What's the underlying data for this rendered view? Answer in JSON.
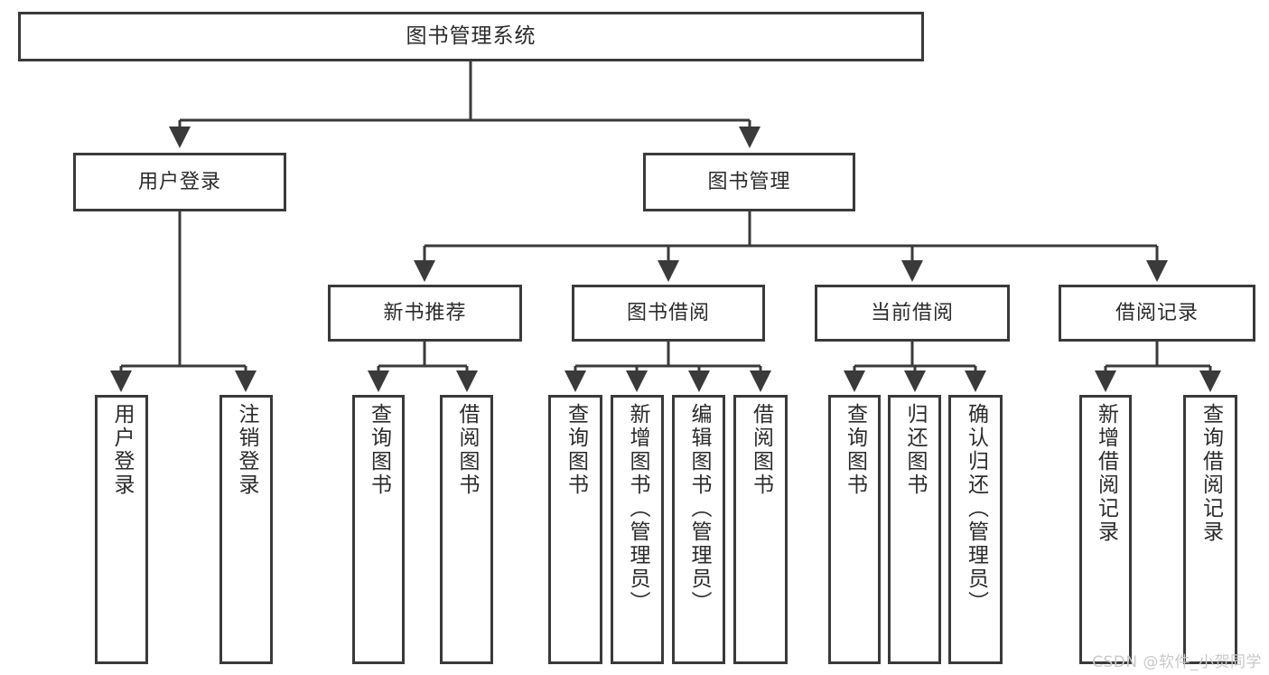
{
  "diagram": {
    "type": "tree",
    "title": "图书管理系统",
    "colors": {
      "box_border": "#3a3a3a",
      "box_fill": "#ffffff",
      "edge": "#3a3a3a",
      "text": "#2b2b2b",
      "watermark": "#c9c9c9",
      "background": "#ffffff"
    },
    "root": {
      "label": "图书管理系统"
    },
    "level2": [
      {
        "label": "用户登录"
      },
      {
        "label": "图书管理"
      }
    ],
    "level3": [
      {
        "label": "新书推荐"
      },
      {
        "label": "图书借阅"
      },
      {
        "label": "当前借阅"
      },
      {
        "label": "借阅记录"
      }
    ],
    "leaves": {
      "user_login": [
        {
          "label": "用户登录"
        },
        {
          "label": "注销登录"
        }
      ],
      "new_book_recommend": [
        {
          "label": "查询图书"
        },
        {
          "label": "借阅图书"
        }
      ],
      "book_borrow": [
        {
          "label": "查询图书"
        },
        {
          "label": "新增图书（管理员）"
        },
        {
          "label": "编辑图书（管理员）"
        },
        {
          "label": "借阅图书"
        }
      ],
      "current_borrow": [
        {
          "label": "查询图书"
        },
        {
          "label": "归还图书"
        },
        {
          "label": "确认归还（管理员）"
        }
      ],
      "borrow_record": [
        {
          "label": "新增借阅记录"
        },
        {
          "label": "查询借阅记录"
        }
      ]
    }
  },
  "watermark": {
    "text": "CSDN @软件_小贺同学"
  }
}
